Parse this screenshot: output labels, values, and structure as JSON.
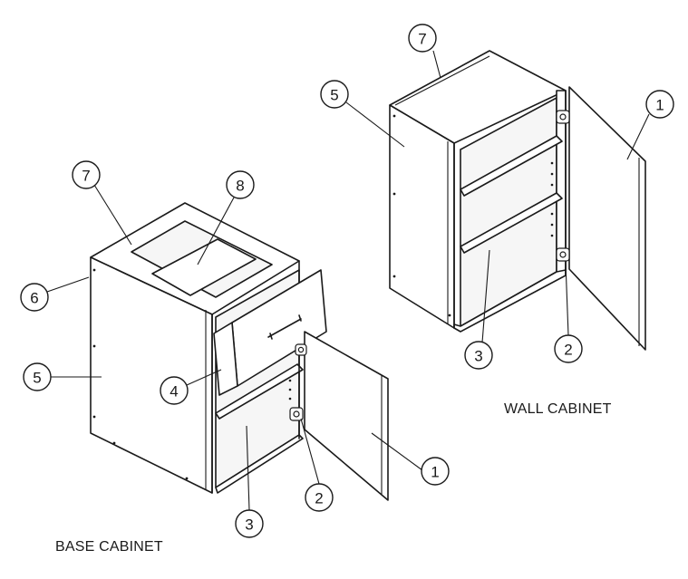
{
  "captions": {
    "wall": "WALL CABINET",
    "base": "BASE CABINET"
  },
  "callouts": {
    "wall": [
      "7",
      "5",
      "1",
      "3",
      "2"
    ],
    "base": [
      "7",
      "8",
      "6",
      "5",
      "4",
      "1",
      "2",
      "3"
    ]
  }
}
